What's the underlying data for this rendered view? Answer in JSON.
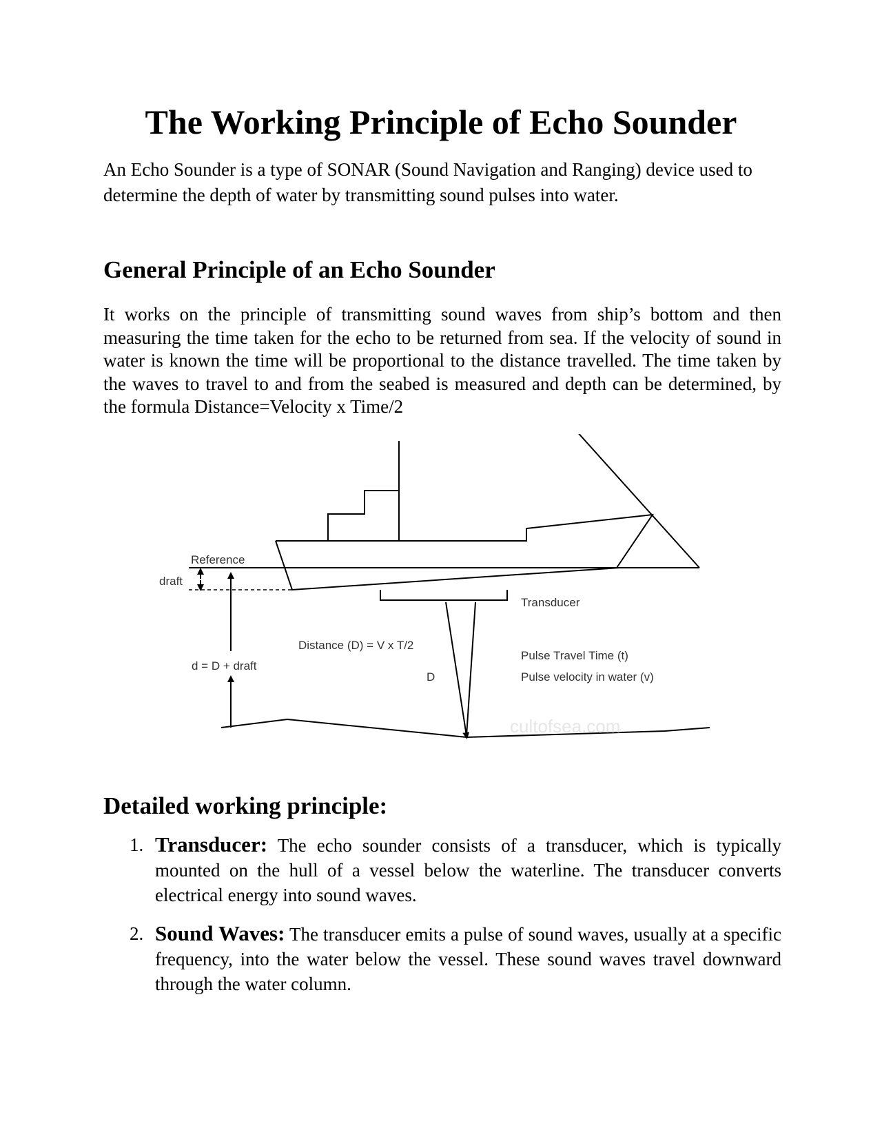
{
  "title": "The Working Principle of Echo Sounder",
  "intro": "An Echo Sounder is a type of SONAR (Sound Navigation and Ranging) device used to determine the depth of water by transmitting sound pulses into water.",
  "sections": {
    "general": {
      "heading": "General Principle of an Echo Sounder",
      "body": "It works on the principle of transmitting sound waves from ship’s bottom and then measuring the time taken for the echo to be returned from sea. If the velocity of sound in water is known the time will be proportional to the distance travelled. The time taken by the waves to travel to and from the seabed is measured and depth can be determined, by the formula Distance=Velocity x Time/2"
    },
    "detailed": {
      "heading": "Detailed working principle:",
      "items": [
        {
          "number": "1.",
          "term": "Transducer:",
          "text": " The echo sounder consists of a transducer, which is typically mounted on the hull of a vessel below the waterline. The transducer converts electrical energy into sound waves."
        },
        {
          "number": "2.",
          "term": "Sound Waves:",
          "text": " The transducer emits a pulse of sound waves, usually at a specific frequency, into the water below the vessel. These sound waves travel downward through the water column."
        }
      ]
    }
  },
  "diagram": {
    "reference": "Reference",
    "draft": "draft",
    "transducer": "Transducer",
    "distance_formula": "Distance (D) = V x T/2",
    "depth_formula": "d = D + draft",
    "d_label": "D",
    "pulse_time": "Pulse Travel Time (t)",
    "pulse_velocity": "Pulse velocity in water (v)",
    "watermark": "cultofsea.com"
  }
}
